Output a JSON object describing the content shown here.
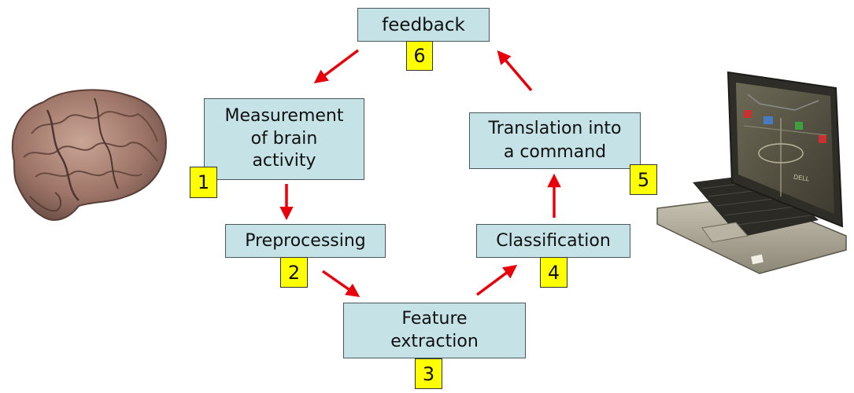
{
  "steps": [
    {
      "id": "feedback",
      "label": "feedback",
      "number": "6"
    },
    {
      "id": "measurement",
      "label": "Measurement\nof brain\nactivity",
      "number": "1"
    },
    {
      "id": "preprocessing",
      "label": "Preprocessing",
      "number": "2"
    },
    {
      "id": "feature",
      "label": "Feature\nextraction",
      "number": "3"
    },
    {
      "id": "classification",
      "label": "Classification",
      "number": "4"
    },
    {
      "id": "translation",
      "label": "Translation into\na command",
      "number": "5"
    }
  ],
  "laptop": {
    "brand": "DELL"
  },
  "colors": {
    "box_fill": "#c5e3e6",
    "number_fill": "#ffff00",
    "arrow": "#e8000b"
  }
}
